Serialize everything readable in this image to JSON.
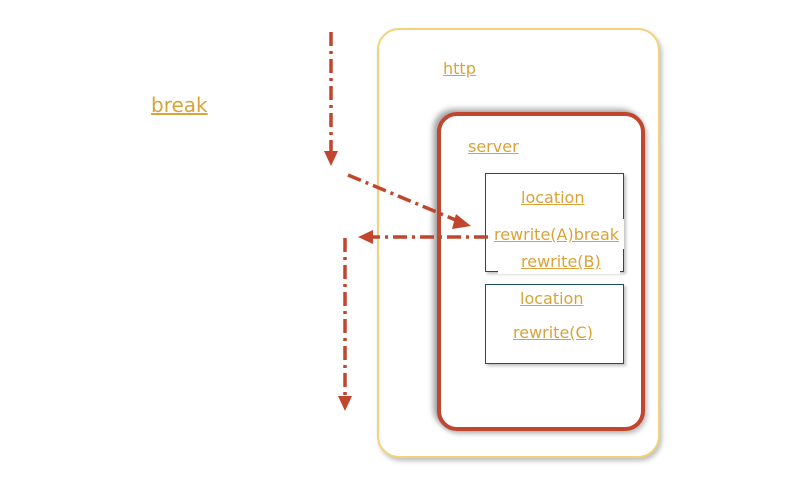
{
  "labels": {
    "break": "break",
    "http": "http",
    "server": "server",
    "location1": "location",
    "rewrite_a": "rewrite(A)break",
    "rewrite_b": "rewrite(B)",
    "location2": "location",
    "rewrite_c": "rewrite(C)"
  },
  "colors": {
    "text": "#d9a338",
    "arrow": "#c0462e",
    "http_border": "#f3d27a",
    "server_border": "#c0462e",
    "location_border": "#1f4e5f"
  }
}
